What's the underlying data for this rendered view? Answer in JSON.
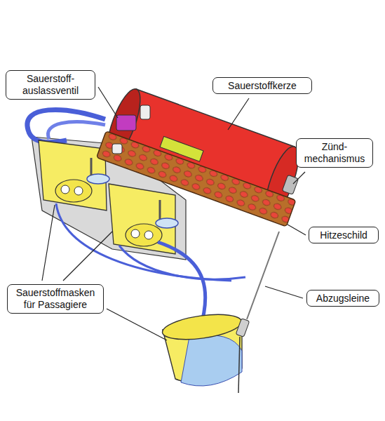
{
  "diagram": {
    "nodes": [
      {
        "text": [
          "Sauerstoff- auslassventil"
        ]
      },
      {
        "text": [
          "Sauerstoffkerze"
        ]
      },
      {
        "text": [
          "Zünd- mechanismus"
        ]
      },
      {
        "text": [
          "Hitzeschild"
        ]
      },
      {
        "text": [
          "Sauerstoffmasken für Passagiere"
        ]
      },
      {
        "text": [
          "Abzugsleine"
        ]
      }
    ]
  }
}
